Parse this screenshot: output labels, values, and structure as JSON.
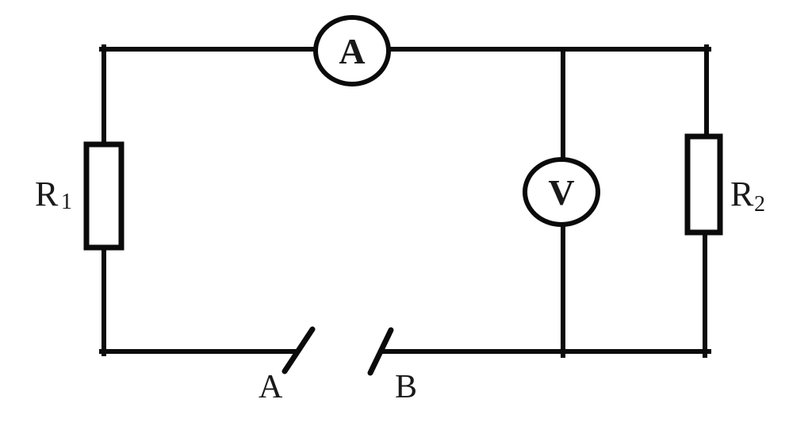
{
  "diagram": {
    "type": "circuit-diagram",
    "colors": {
      "background": "#ffffff",
      "line": "#0b0b0b",
      "text": "#1a1a1a"
    },
    "components": {
      "ammeter": {
        "label": "A"
      },
      "voltmeter": {
        "label": "V"
      },
      "resistor_left": {
        "label_base": "R",
        "label_sub": "1"
      },
      "resistor_right": {
        "label_base": "R",
        "label_sub": "2"
      },
      "switch": {
        "left_terminal": "A",
        "right_terminal": "B"
      }
    }
  }
}
